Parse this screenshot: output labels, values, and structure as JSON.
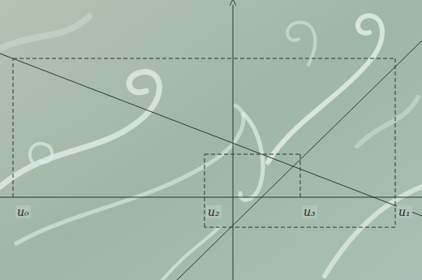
{
  "diagram": {
    "labels": [
      "u₀",
      "u₂",
      "u₃",
      "u₁"
    ]
  }
}
